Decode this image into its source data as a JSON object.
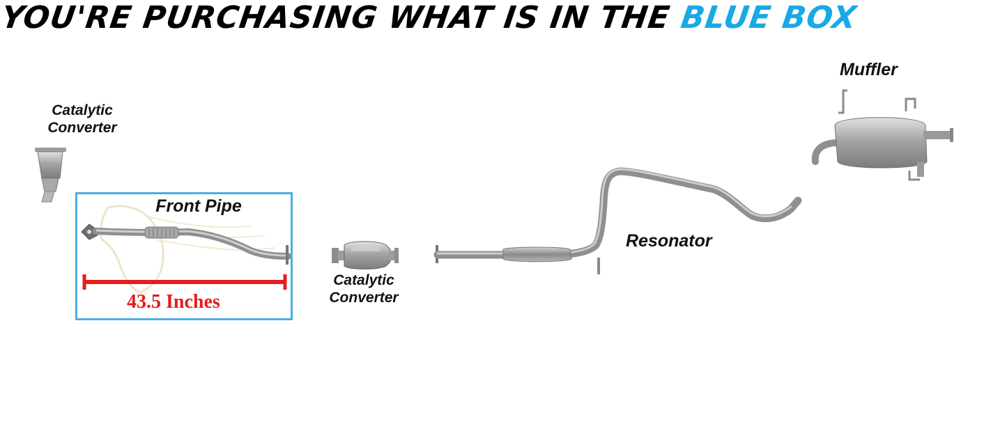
{
  "header": {
    "title_main": "YOU'RE PURCHASING WHAT IS IN THE",
    "title_highlight": "BLUE BOX"
  },
  "parts": {
    "cat_left_line1": "Catalytic",
    "cat_left_line2": "Converter",
    "front_pipe": "Front Pipe",
    "cat_mid_line1": "Catalytic",
    "cat_mid_line2": "Converter",
    "resonator": "Resonator",
    "muffler": "Muffler"
  },
  "measurement": {
    "label": "43.5 Inches"
  },
  "colors": {
    "highlight_blue": "#19a9e6",
    "box_border": "#4aaee3",
    "measure_red": "#e41d1d",
    "pipe_gray": "#9a9a9a"
  }
}
